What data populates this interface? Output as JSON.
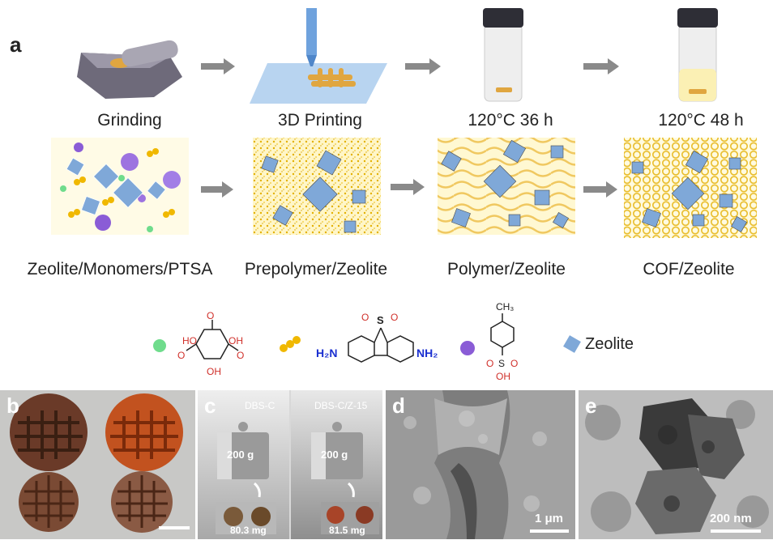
{
  "panels": {
    "a": "a",
    "b": "b",
    "c": "c",
    "d": "d",
    "e": "e"
  },
  "process_steps": [
    "Grinding",
    "3D Printing",
    "120°C 36 h",
    "120°C 48 h"
  ],
  "material_states": [
    "Zeolite/Monomers/PTSA",
    "Prepolymer/Zeolite",
    "Polymer/Zeolite",
    "COF/Zeolite"
  ],
  "legend": {
    "zeolite_label": "Zeolite",
    "chem1": {
      "o": "O",
      "oh": "OH",
      "ho": "HO"
    },
    "chem2": {
      "left": "H₂N",
      "right": "NH₂",
      "s": "S",
      "o": "O"
    },
    "chem3": {
      "ch3": "CH₃",
      "s": "S",
      "o": "O",
      "oh": "OH"
    }
  },
  "panel_c": {
    "left_label": "DBS-C",
    "right_label": "DBS-C/Z-15",
    "left_weight": "200 g",
    "right_weight": "200 g",
    "left_mass": "80.3 mg",
    "right_mass": "81.5 mg"
  },
  "panel_d": {
    "scale": "1 μm"
  },
  "panel_e": {
    "scale": "200 nm"
  },
  "colors": {
    "arrow": "#8a8a8a",
    "monomer_yellow": "#f0b800",
    "ptsa_purple": "#8a5cd6",
    "zeolite_blue": "#7fa8d8",
    "green_monomer": "#6fdc8c",
    "chem_red": "#d0302a",
    "chem_blue": "#1a2fd0"
  }
}
